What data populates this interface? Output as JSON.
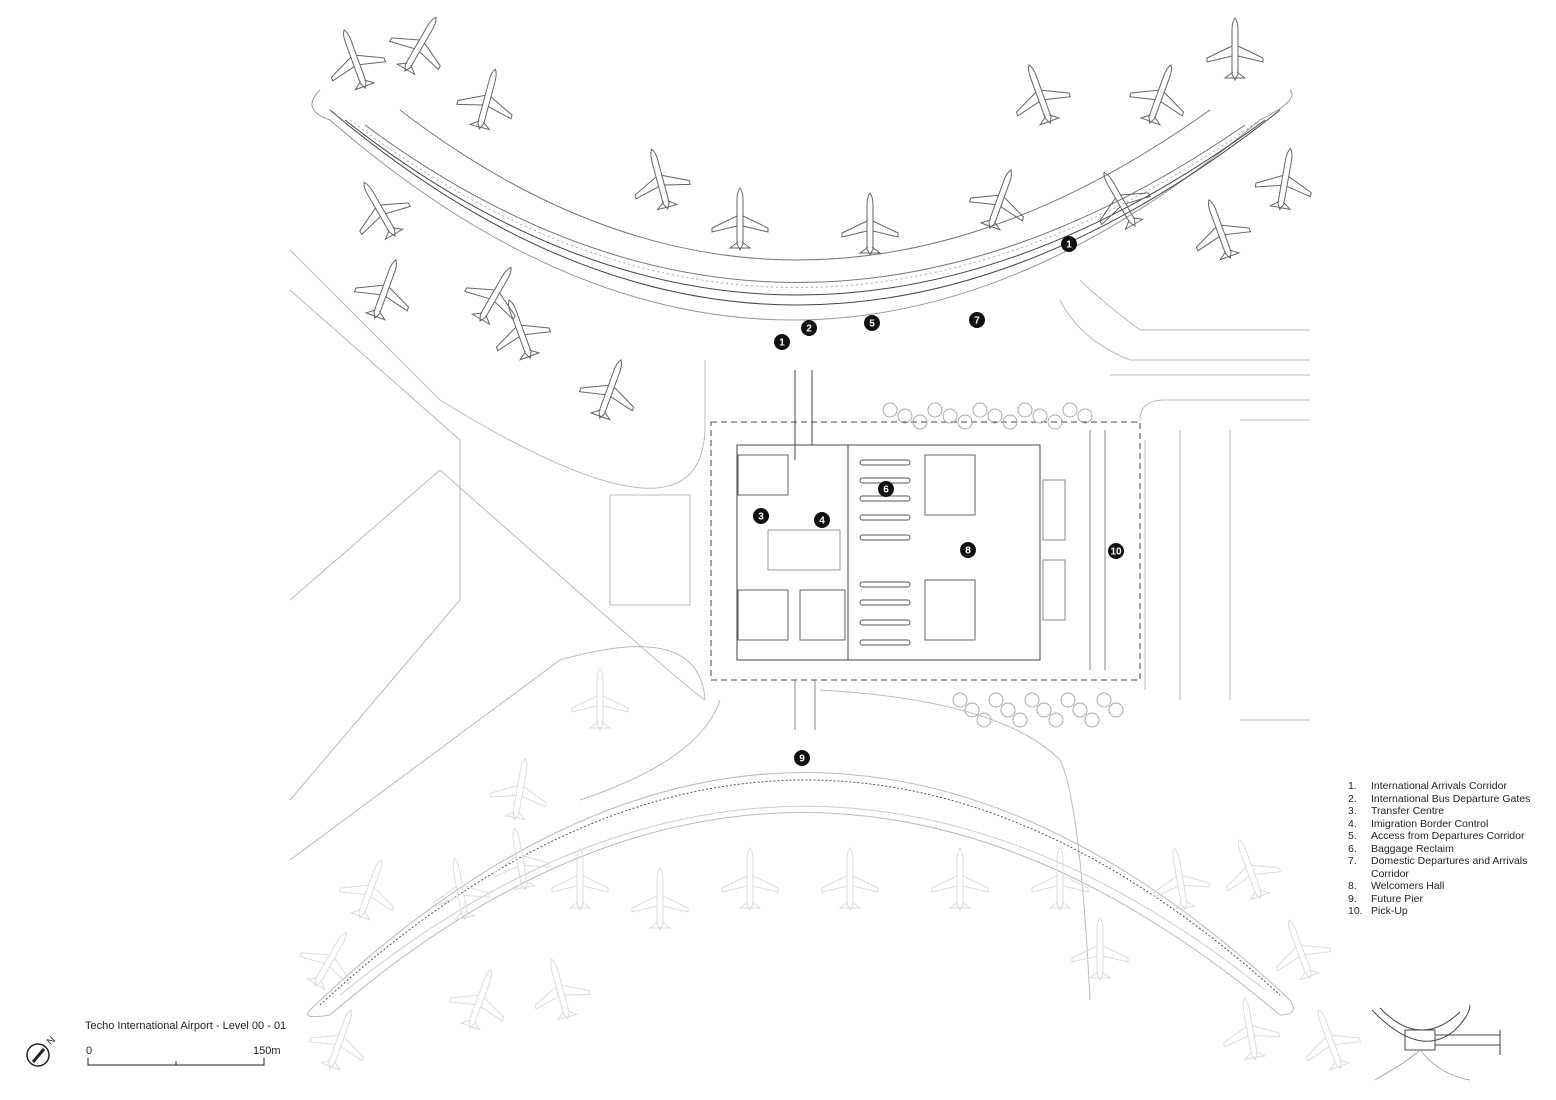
{
  "title": "Techo International Airport  - Level 00 - 01",
  "scale": {
    "start": "0",
    "end": "150m"
  },
  "north_label": "N",
  "legend": [
    {
      "num": "1.",
      "label": "International Arrivals Corridor"
    },
    {
      "num": "2.",
      "label": "International Bus Departure Gates"
    },
    {
      "num": "3.",
      "label": "Transfer Centre"
    },
    {
      "num": "4.",
      "label": "Imigration Border Control"
    },
    {
      "num": "5.",
      "label": "Access from Departures Corridor"
    },
    {
      "num": "6.",
      "label": "Baggage Reclaim"
    },
    {
      "num": "7.",
      "label": "Domestic Departures and Arrivals Corridor"
    },
    {
      "num": "8.",
      "label": "Welcomers Hall"
    },
    {
      "num": "9.",
      "label": "Future Pier"
    },
    {
      "num": "10.",
      "label": "Pick-Up"
    }
  ],
  "markers": [
    "1",
    "1",
    "2",
    "3",
    "4",
    "5",
    "6",
    "7",
    "8",
    "9",
    "10"
  ]
}
